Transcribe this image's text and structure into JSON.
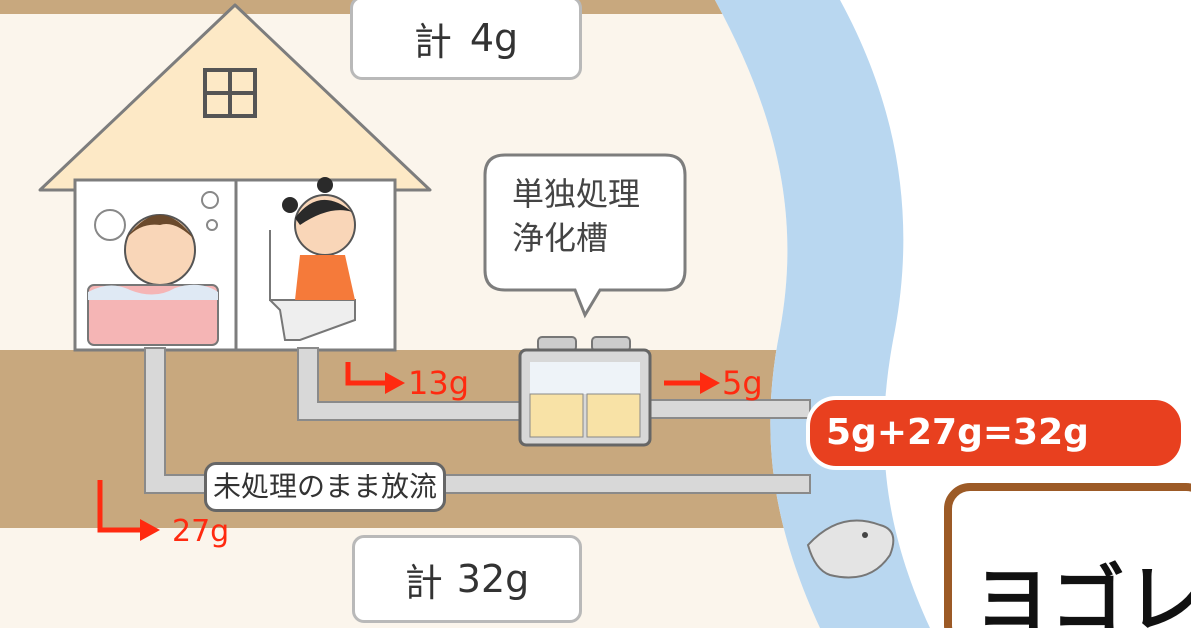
{
  "top_total": {
    "label": "計",
    "value": "4g"
  },
  "bottom_total": {
    "label": "計",
    "value": "32g"
  },
  "septic_tank_callout": {
    "line1": "単独処理",
    "line2": "浄化槽"
  },
  "flows": {
    "toilet_to_tank": "13g",
    "tank_to_river": "5g",
    "untreated": "27g"
  },
  "untreated_label": "未処理のまま放流",
  "river_total": "5g+27g=32g",
  "panel_text": "ヨゴレ",
  "colors": {
    "soil": "#c8a87e",
    "sky": "#fbf5ec",
    "river": "#b9d7f0",
    "accent_red": "#ff2a10",
    "badge_red": "#e8401f",
    "panel_border": "#9c5a26",
    "pipe": "#d8d8d8"
  }
}
